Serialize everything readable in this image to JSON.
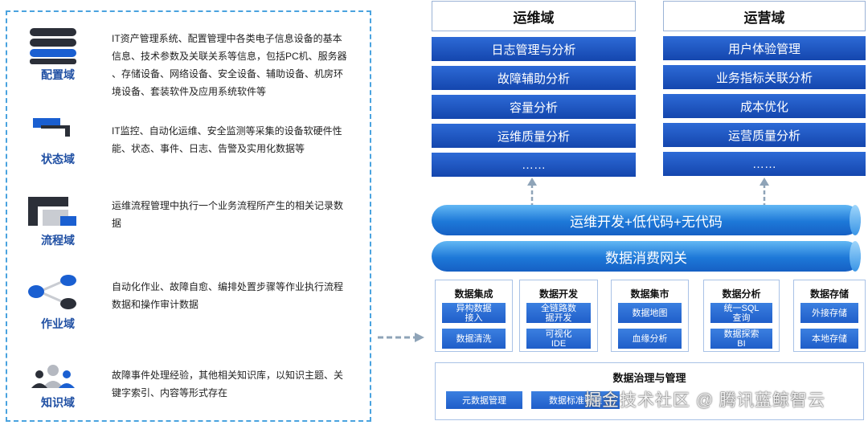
{
  "domains": [
    {
      "label": "配置域",
      "icon": "database-stack-icon",
      "lines": [
        "IT资产管理系统、配置管理中各类电子信息设备的基本",
        "信息、技术参数及关联关系等信息，包括PC机、服务器",
        "、存储设备、网络设备、安全设备、辅助设备、机房环",
        "境设备、套装软件及应用系统软件等"
      ]
    },
    {
      "label": "状态域",
      "icon": "stacked-screens-icon",
      "lines": [
        "IT监控、自动化运维、安全监测等采集的设备软硬件性",
        "能、状态、事件、日志、告警及实用化数据等"
      ]
    },
    {
      "label": "流程域",
      "icon": "process-blocks-icon",
      "lines": [
        "运维流程管理中执行一个业务流程所产生的相关记录数",
        "据"
      ]
    },
    {
      "label": "作业域",
      "icon": "node-link-icon",
      "lines": [
        "自动化作业、故障自愈、编排处置步骤等作业执行流程",
        "数据和操作审计数据"
      ]
    },
    {
      "label": "知识域",
      "icon": "people-group-icon",
      "lines": [
        "故障事件处理经验，其他相关知识库，以知识主题、关",
        "键字索引、内容等形式存在"
      ]
    }
  ],
  "ops_column": {
    "title": "运维域",
    "items": [
      "日志管理与分析",
      "故障辅助分析",
      "容量分析",
      "运维质量分析",
      "……"
    ]
  },
  "biz_column": {
    "title": "运营域",
    "items": [
      "用户体验管理",
      "业务指标关联分析",
      "成本优化",
      "运营质量分析",
      "……"
    ]
  },
  "platform_bars": [
    "运维开发+低代码+无代码",
    "数据消费网关"
  ],
  "data_boxes": [
    {
      "title": "数据集成",
      "items": [
        "异构数据接入",
        "数据清洗"
      ]
    },
    {
      "title": "数据开发",
      "items": [
        "全链路数据开发",
        "可视化IDE"
      ]
    },
    {
      "title": "数据集市",
      "items": [
        "数据地图",
        "血缘分析"
      ]
    },
    {
      "title": "数据分析",
      "items": [
        "统一SQL查询",
        "数据探索BI"
      ]
    },
    {
      "title": "数据存储",
      "items": [
        "外接存储",
        "本地存储"
      ]
    }
  ],
  "governance": {
    "title": "数据治理与管理",
    "items": [
      "元数据管理",
      "数据标准管理"
    ]
  },
  "watermark": "掘金技术社区 @ 腾讯蓝鲸智云",
  "colors": {
    "accent_dark": "#1446ae",
    "accent_light": "#62b7f4",
    "panel_border": "#4aa3df"
  }
}
